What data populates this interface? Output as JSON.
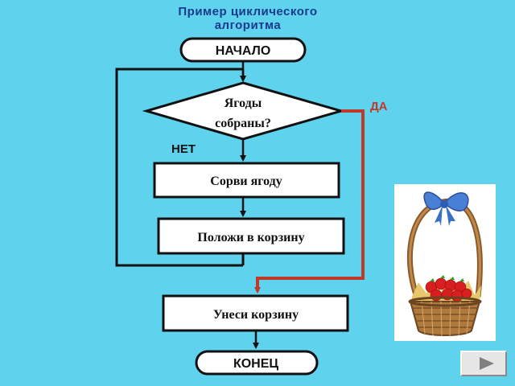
{
  "slide": {
    "title_line1": "Пример циклического",
    "title_line2": "алгоритма"
  },
  "flowchart": {
    "start": "НАЧАЛО",
    "condition_line1": "Ягоды",
    "condition_line2": "собраны?",
    "label_no": "НЕТ",
    "label_yes": "ДА",
    "step1": "Сорви ягоду",
    "step2": "Положи в корзину",
    "step3": "Унеси корзину",
    "end": "КОНЕЦ"
  },
  "colors": {
    "background": "#5fd3ee",
    "yes_branch": "#c0392b",
    "title": "#1a3a8c"
  },
  "icons": {
    "basket": "basket-with-strawberries-icon",
    "next": "next-slide-arrow-icon"
  }
}
